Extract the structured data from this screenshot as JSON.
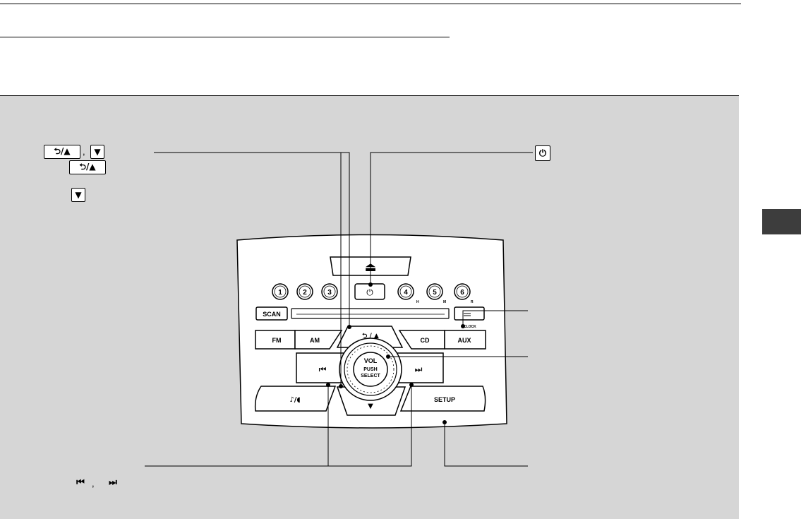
{
  "page": {
    "tab_color": "#3d3d3d",
    "panel_color": "#d6d6d6"
  },
  "callout_keys": {
    "back_up_key": "⮌/▲",
    "down_key": "▼",
    "power_key": "⏻",
    "skip_back_key": "⏮",
    "skip_fwd_key": "⏭"
  },
  "audio_unit": {
    "eject_symbol": "⏏",
    "presets": [
      "1",
      "2",
      "3",
      "4",
      "5",
      "6"
    ],
    "clock_preset_marks": [
      "H",
      "M",
      "R"
    ],
    "power_symbol": "⏻",
    "scan_label": "SCAN",
    "fm_label": "FM",
    "am_label": "AM",
    "cd_label": "CD",
    "aux_label": "AUX",
    "back_up_label": "⮌ / ▲",
    "down_label": "▼",
    "skip_back_label": "⏮",
    "skip_fwd_label": "⏭",
    "sound_label": "♪/◖",
    "setup_label": "SETUP",
    "clock_label": "CLOCK",
    "knob_line1": "VOL",
    "knob_line2": "PUSH",
    "knob_line3": "SELECT"
  }
}
